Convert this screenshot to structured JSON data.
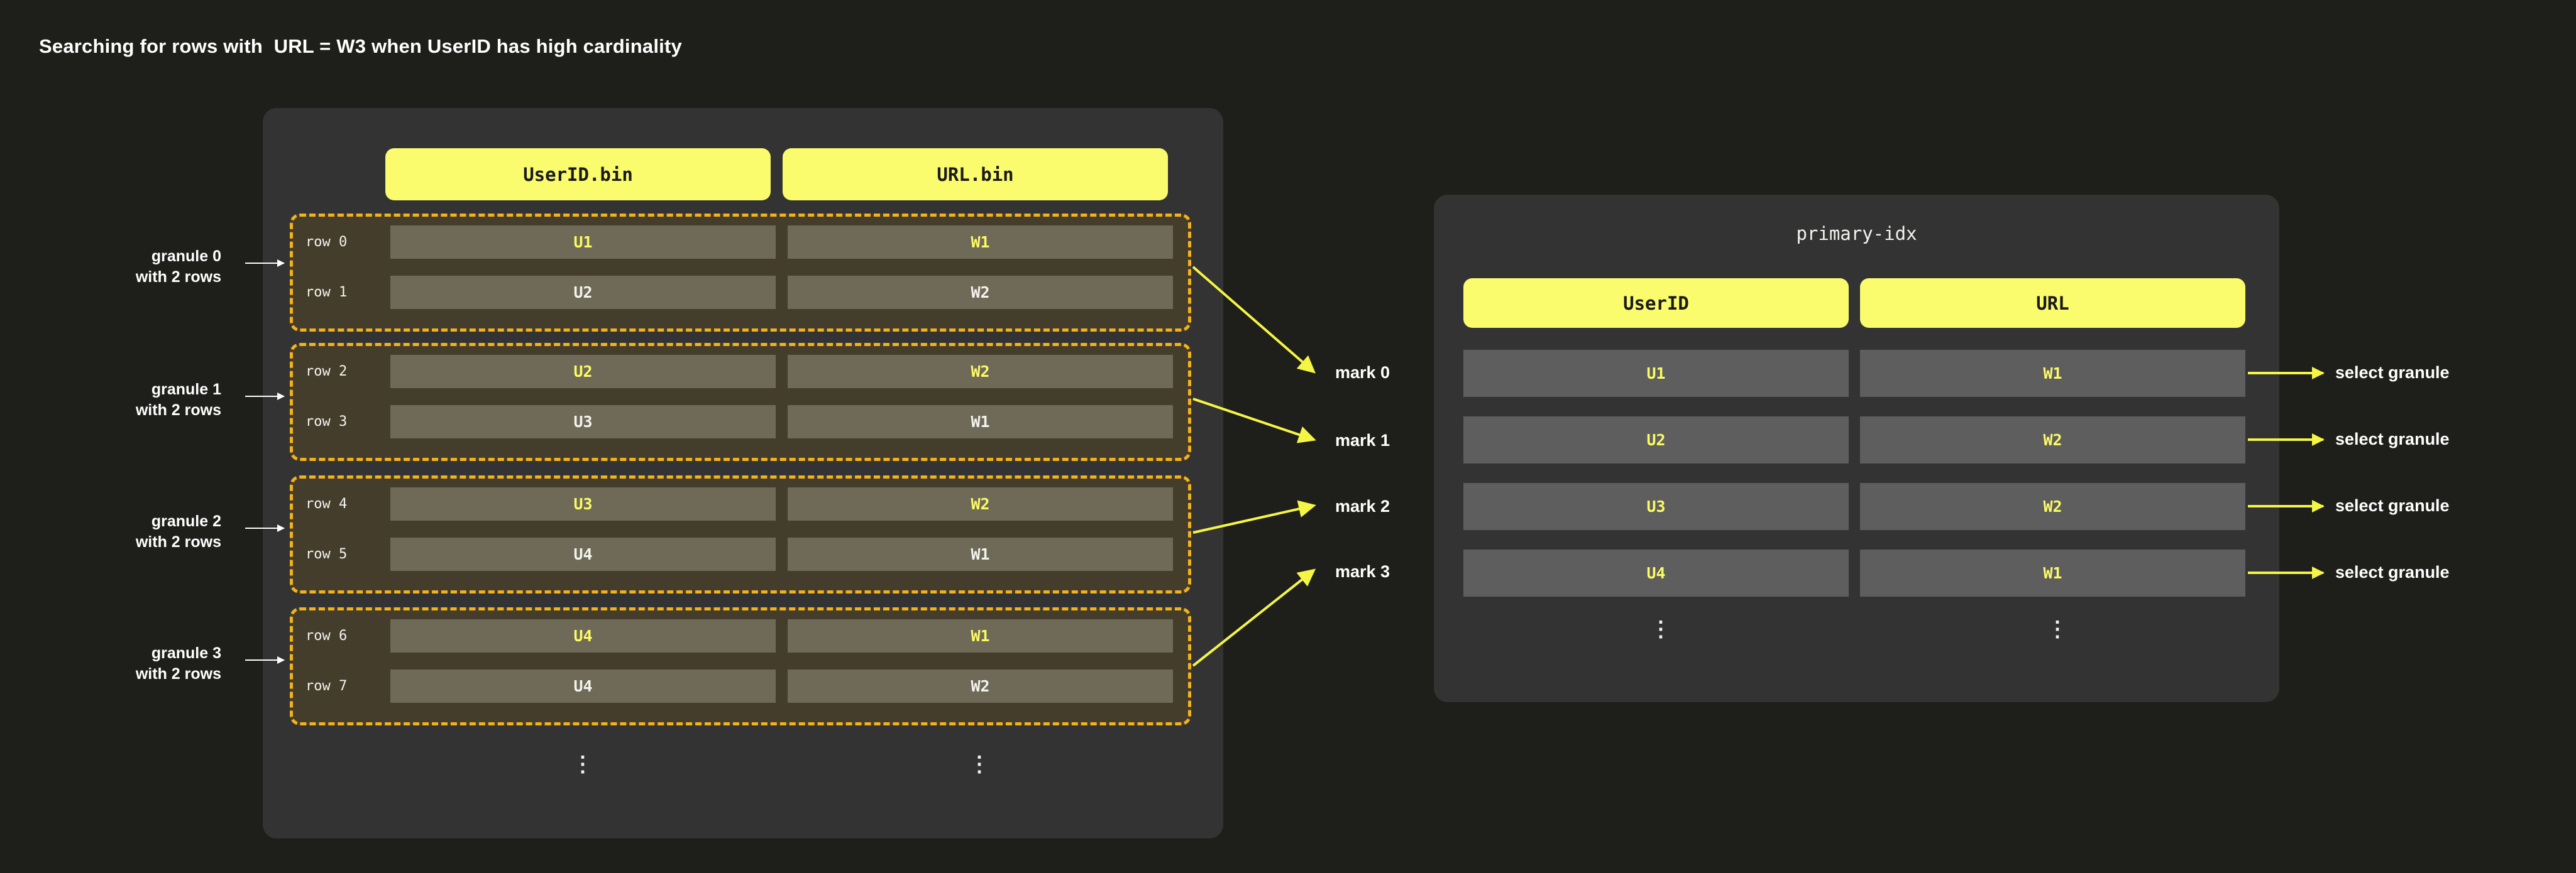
{
  "title": "Searching for rows with  URL = W3 when UserID has high cardinality",
  "colors": {
    "page_bg": "#1e1e1b",
    "panel_bg": "#333333",
    "accent_yellow": "#fbfb6e",
    "granule_border": "#f2b21c",
    "granule_bg": "#453d2c",
    "cell_bg": "#6f6957",
    "idx_cell_bg": "#5e5e5e",
    "arrow_yellow": "#f5f545",
    "text_white": "#ffffff",
    "highlight_text": "#fbfb66"
  },
  "parts_panel": {
    "columns": [
      {
        "header": "UserID.bin"
      },
      {
        "header": "URL.bin"
      }
    ],
    "rows": [
      {
        "label": "row 0",
        "userid": "U1",
        "url": "W1",
        "userid_highlight": true,
        "url_highlight": true
      },
      {
        "label": "row 1",
        "userid": "U2",
        "url": "W2",
        "userid_highlight": false,
        "url_highlight": false
      },
      {
        "label": "row 2",
        "userid": "U2",
        "url": "W2",
        "userid_highlight": true,
        "url_highlight": true
      },
      {
        "label": "row 3",
        "userid": "U3",
        "url": "W1",
        "userid_highlight": false,
        "url_highlight": false
      },
      {
        "label": "row 4",
        "userid": "U3",
        "url": "W2",
        "userid_highlight": true,
        "url_highlight": true
      },
      {
        "label": "row 5",
        "userid": "U4",
        "url": "W1",
        "userid_highlight": false,
        "url_highlight": false
      },
      {
        "label": "row 6",
        "userid": "U4",
        "url": "W1",
        "userid_highlight": true,
        "url_highlight": true
      },
      {
        "label": "row 7",
        "userid": "U4",
        "url": "W2",
        "userid_highlight": false,
        "url_highlight": false
      }
    ],
    "ellipsis": "⋮"
  },
  "granule_notes": [
    {
      "line1": "granule 0",
      "line2": "with 2 rows"
    },
    {
      "line1": "granule 1",
      "line2": "with 2 rows"
    },
    {
      "line1": "granule 2",
      "line2": "with 2 rows"
    },
    {
      "line1": "granule 3",
      "line2": "with 2 rows"
    }
  ],
  "marks": [
    {
      "label": "mark 0"
    },
    {
      "label": "mark 1"
    },
    {
      "label": "mark 2"
    },
    {
      "label": "mark 3"
    }
  ],
  "index_panel": {
    "title": "primary-idx",
    "columns": [
      {
        "header": "UserID"
      },
      {
        "header": "URL"
      }
    ],
    "rows": [
      {
        "userid": "U1",
        "url": "W1",
        "action": "select granule"
      },
      {
        "userid": "U2",
        "url": "W2",
        "action": "select granule"
      },
      {
        "userid": "U3",
        "url": "W2",
        "action": "select granule"
      },
      {
        "userid": "U4",
        "url": "W1",
        "action": "select granule"
      }
    ],
    "ellipsis": "⋮"
  }
}
